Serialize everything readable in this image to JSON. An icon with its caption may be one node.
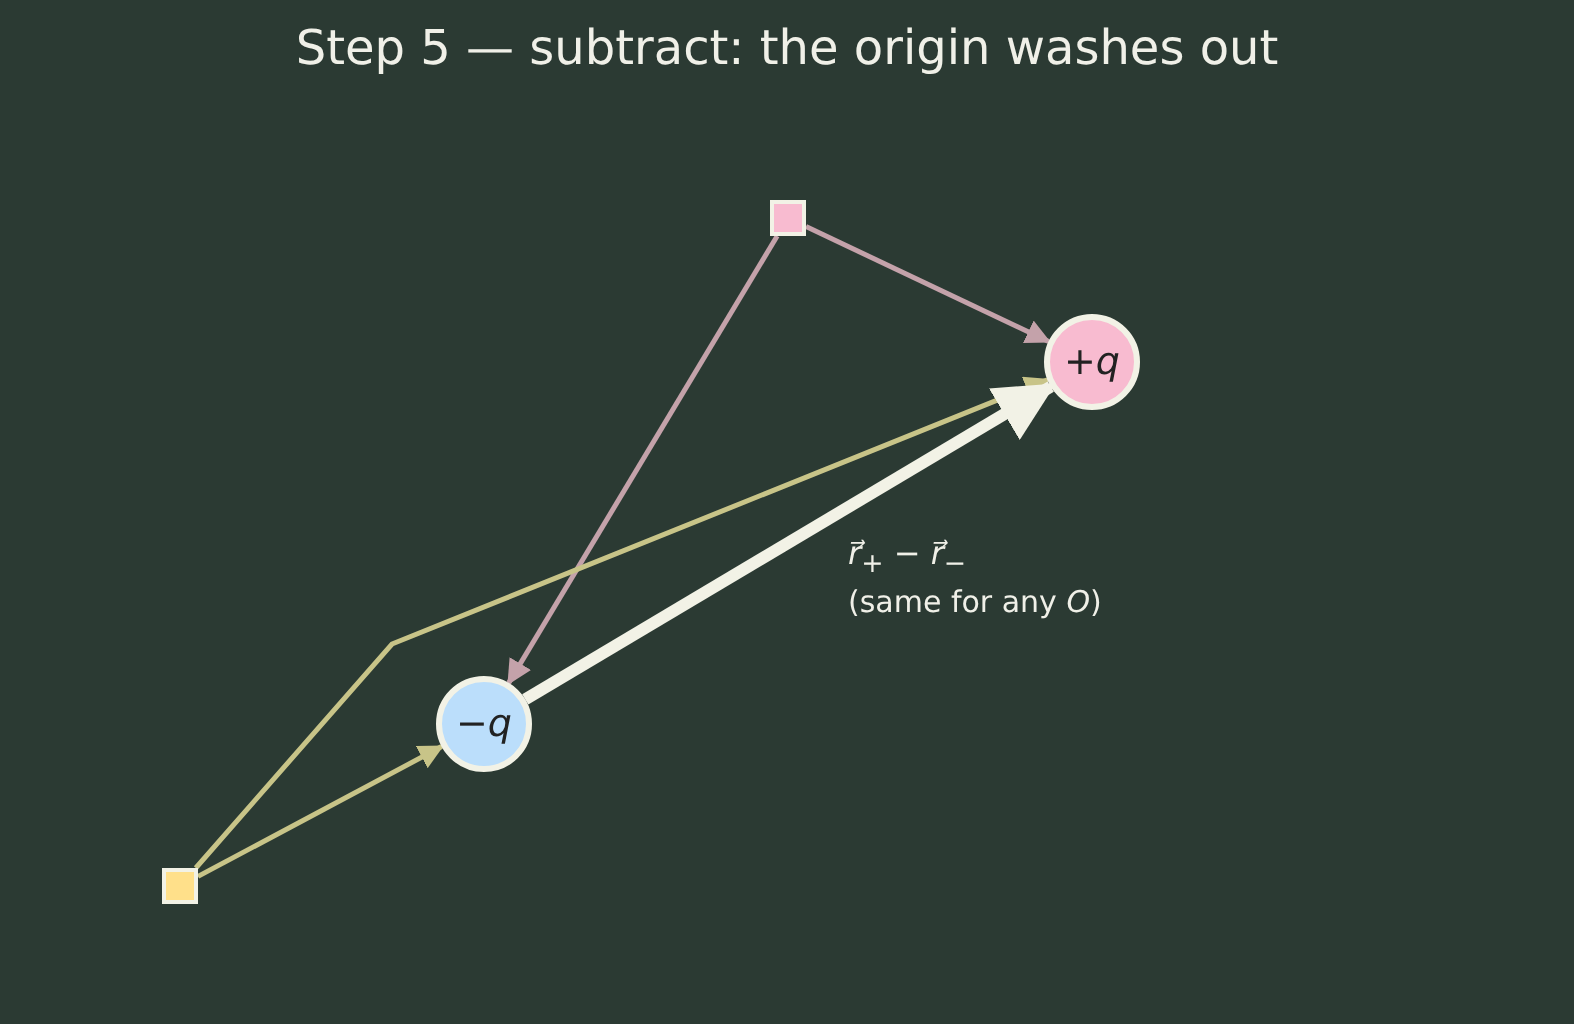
{
  "diagram": {
    "title": "Step 5 — subtract: the origin washes out",
    "nodes": [
      {
        "text": [],
        "shape": "box"
      },
      {
        "text": [
          "+*q*"
        ]
      },
      {
        "text": [
          "−*q*"
        ]
      },
      {
        "text": [],
        "shape": "box"
      }
    ],
    "edges": [
      {
        "from": 0,
        "to": 1,
        "arrow": "to",
        "color": "#c4a2aa"
      },
      {
        "from": 0,
        "to": 2,
        "arrow": "to",
        "color": "#c4a2aa"
      },
      {
        "from": 3,
        "to": 2,
        "arrow": "to",
        "color": "#c8c488"
      },
      {
        "from": 3,
        "to": 1,
        "arrow": "to",
        "color": "#c8c488"
      },
      {
        "from": 2,
        "to": 1,
        "arrow": "to",
        "style": "thick",
        "color": "#f2f2e6",
        "label": "*r⃗*$_{+}$ − *r⃗*$_{−}$"
      }
    ],
    "labels": [
      "(same for any *O*)"
    ]
  }
}
